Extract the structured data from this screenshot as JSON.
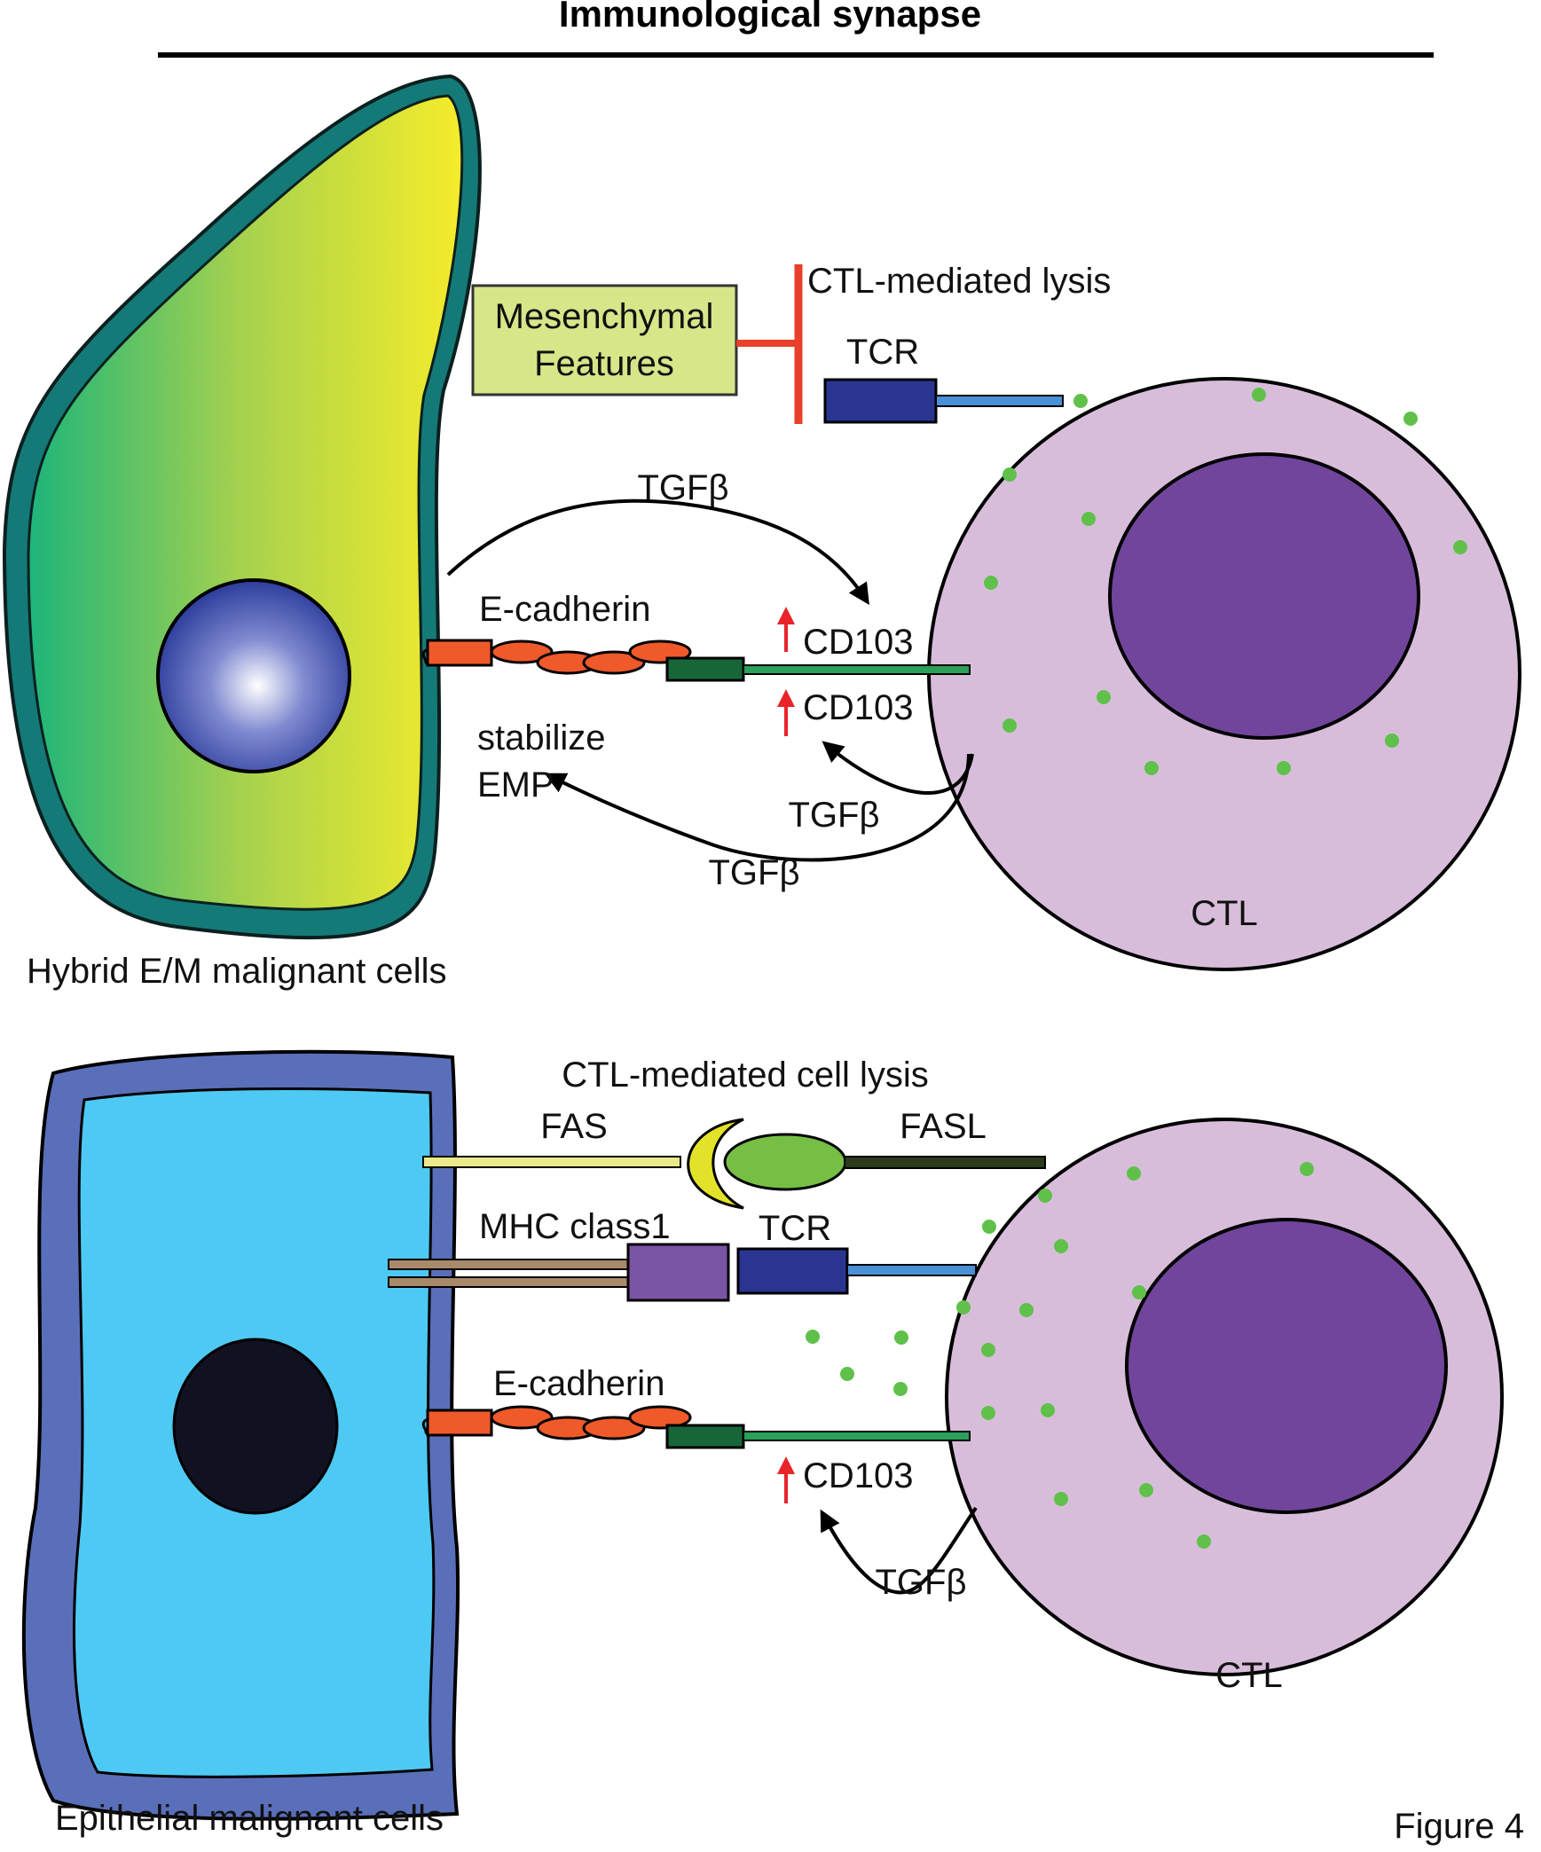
{
  "title": "Immunological synapse",
  "figure_label": "Figure 4",
  "colors": {
    "mesenchymal_box": "#d6e689",
    "ctl_body": "#d8bddb",
    "ctl_nucleus": "#71459b",
    "granule": "#5fc14a",
    "inhibition": "#e8402a",
    "upregulation_arrow": "#e8242a",
    "tcr": "#2a3592",
    "mhc": "#7b54a5",
    "ecadherin": "#f0592a",
    "cd103": "#17663a",
    "epithelial_cytoplasm": "#4ec9f4",
    "epithelial_border": "#5a6fb9",
    "hybrid_border": "#147a77"
  },
  "top_panel": {
    "mesenchymal_box": [
      "Mesenchymal",
      "Features"
    ],
    "inhibition_label": "CTL-mediated lysis",
    "tcr_label": "TCR",
    "tgfb_top": "TGFβ",
    "ecadherin_label": "E-cadherin",
    "cd103_upper": "CD103",
    "cd103_lower": "CD103",
    "stabilize_label": [
      "stabilize",
      "EMP"
    ],
    "tgfb_inner": "TGFβ",
    "tgfb_outer": "TGFβ",
    "tumor_caption": "Hybrid E/M malignant cells",
    "ctl_caption": "CTL"
  },
  "bottom_panel": {
    "lysis_label": "CTL-mediated cell lysis",
    "fas_label": "FAS",
    "fasl_label": "FASL",
    "mhc_label": "MHC class1",
    "tcr_label": "TCR",
    "ecadherin_label": "E-cadherin",
    "cd103_label": "CD103",
    "tgfb_label": "TGFβ",
    "tumor_caption": "Epithelial malignant cells",
    "ctl_caption": "CTL"
  }
}
